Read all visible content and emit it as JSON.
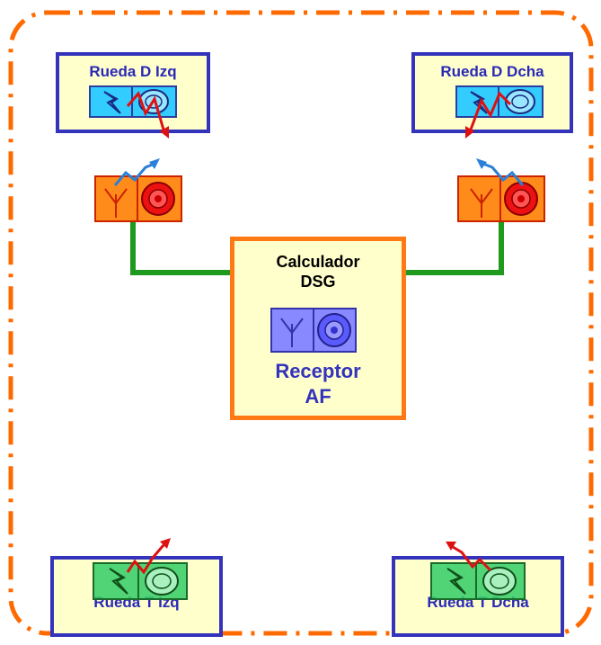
{
  "frame": {
    "border_color": "#ff6a00",
    "style": "dash-dot"
  },
  "wheels": {
    "front_left": {
      "label": "Rueda D Izq"
    },
    "front_right": {
      "label": "Rueda D Dcha"
    },
    "rear_left": {
      "label": "Rueda T Izq"
    },
    "rear_right": {
      "label": "Rueda T Dcha"
    }
  },
  "calculator": {
    "title_line1": "Calculador",
    "title_line2": "DSG",
    "receiver_line1": "Receptor",
    "receiver_line2": "AF"
  },
  "colors": {
    "wheel_border": "#3333bb",
    "box_fill": "#ffffcc",
    "calc_border": "#ff7a14",
    "link_line": "#1f9a1f",
    "front_sensor_fill": "#33ccff",
    "rear_sensor_fill": "#33cc66",
    "antenna_unit_fill": "#ff8c1a",
    "receiver_fill": "#8888ff",
    "signal_red": "#dd1111",
    "signal_blue": "#2a7fd8"
  },
  "icons": [
    "wheel-sensor-icon",
    "antenna-icon",
    "tire-icon",
    "signal-wave-icon"
  ]
}
